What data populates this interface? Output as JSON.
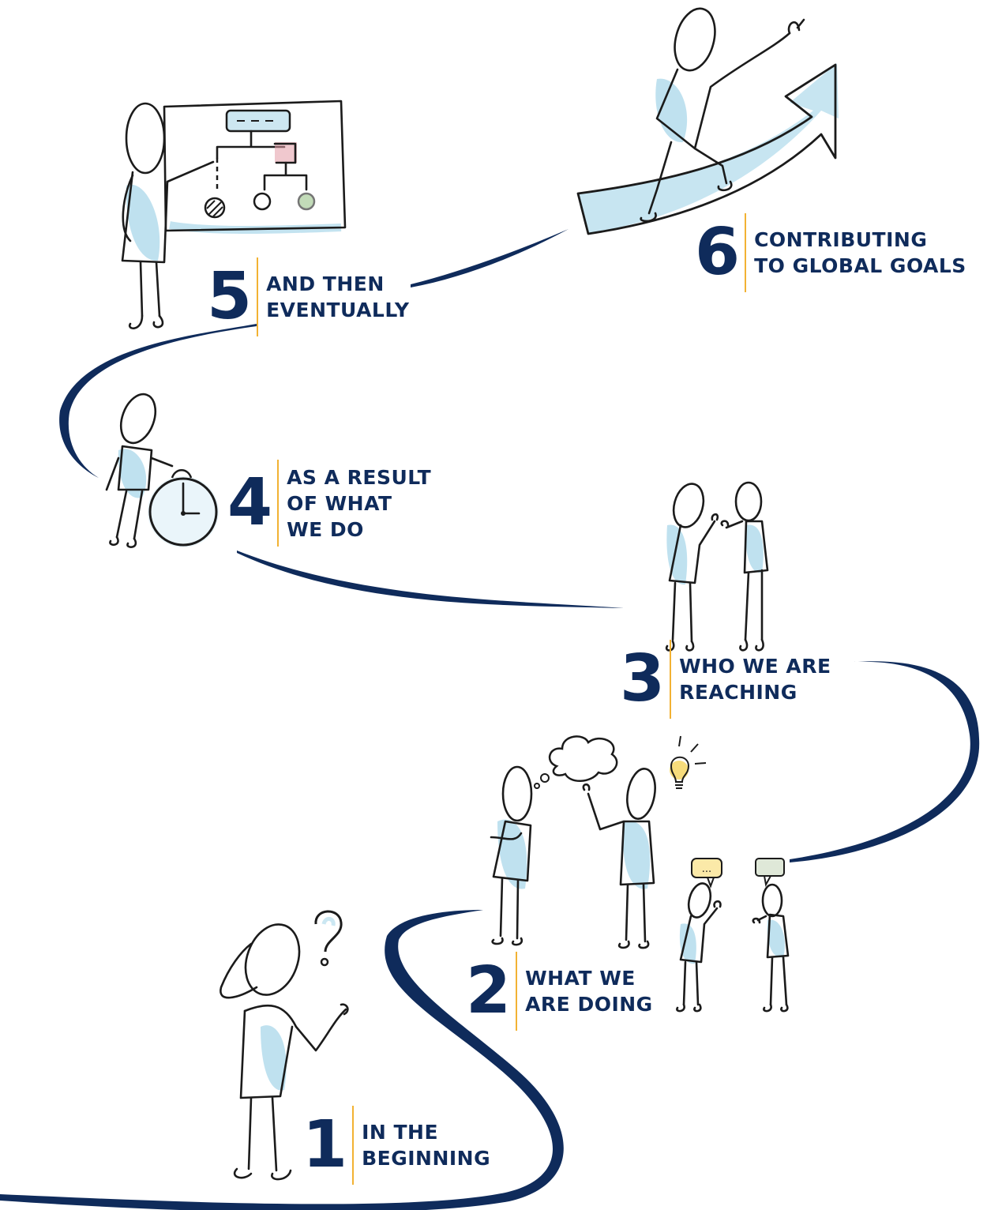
{
  "colors": {
    "navy": "#0f2b5b",
    "accent_bar": "#f2b233",
    "ink": "#1b1b1b",
    "watercolor": "#a9d7e9",
    "bulb": "#f5d35a",
    "flag_red": "#e39aa6",
    "node_green": "#9bc48a"
  },
  "steps": [
    {
      "number": "1",
      "lines": [
        "IN THE",
        "BEGINNING"
      ]
    },
    {
      "number": "2",
      "lines": [
        "WHAT WE",
        "ARE DOING"
      ]
    },
    {
      "number": "3",
      "lines": [
        "WHO WE ARE",
        "REACHING"
      ]
    },
    {
      "number": "4",
      "lines": [
        "AS A RESULT",
        "OF WHAT",
        "WE DO"
      ]
    },
    {
      "number": "5",
      "lines": [
        "AND THEN",
        "EVENTUALLY"
      ]
    },
    {
      "number": "6",
      "lines": [
        "CONTRIBUTING",
        "TO GLOBAL GOALS"
      ]
    }
  ],
  "speech_bubble_text": "...",
  "icons": [
    "question-mark-icon",
    "thought-cloud-icon",
    "lightbulb-icon",
    "speech-bubble-icon",
    "clock-icon",
    "org-chart-board-icon",
    "upward-arrow-icon"
  ]
}
